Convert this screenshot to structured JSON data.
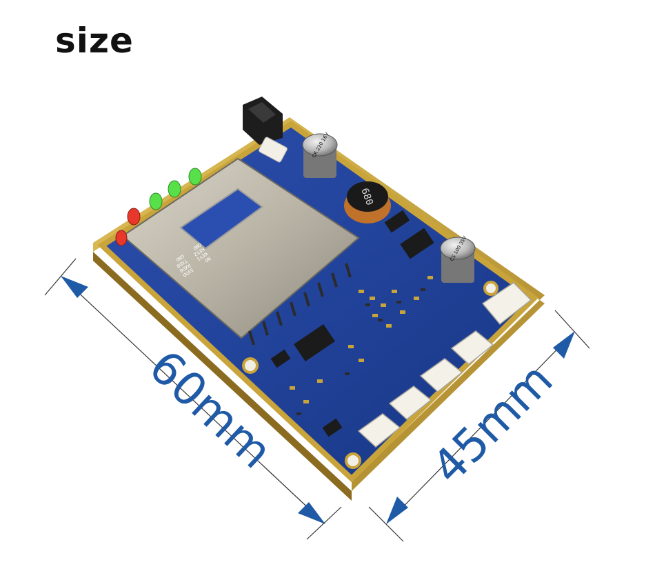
{
  "heading": "size",
  "dimensions": {
    "length_label": "60mm",
    "width_label": "45mm"
  },
  "board": {
    "capacitor_top_text": "CK 220 16V",
    "capacitor_right_text": "CS 100 35V",
    "inductor_text": "680",
    "sd_pin_labels": [
      "GND",
      "KEY2",
      "KEY1",
      "NO",
      "GND",
      "TXD0",
      "RXD0",
      "5VDD"
    ]
  },
  "colors": {
    "arrow": "#1f5aa6",
    "pcb": "#1f3f96",
    "gold_edge": "#c9a43a"
  }
}
